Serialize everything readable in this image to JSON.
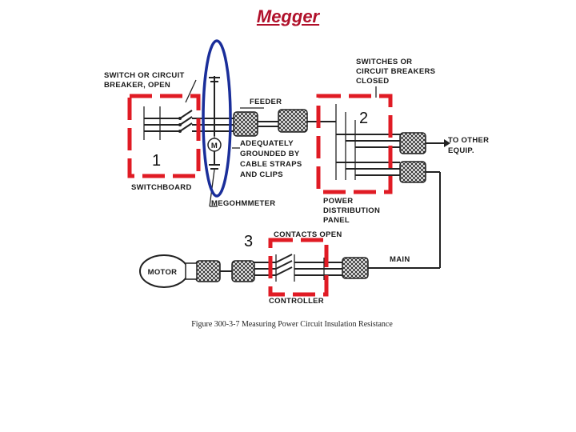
{
  "title": "Megger",
  "labels": {
    "switch_open": [
      "SWITCH OR CIRCUIT",
      "BREAKER, OPEN"
    ],
    "feeder": "FEEDER",
    "switches_closed": [
      "SWITCHES OR",
      "CIRCUIT BREAKERS",
      "CLOSED"
    ],
    "to_other": [
      "TO OTHER",
      "EQUIP."
    ],
    "grounded": [
      "ADEQUATELY",
      "GROUNDED BY",
      "CABLE STRAPS",
      "AND CLIPS"
    ],
    "switchboard": "SWITCHBOARD",
    "megohmmeter": "MEGOHMMETER",
    "meter_symbol": "M",
    "pdp": [
      "POWER",
      "DISTRIBUTION",
      "PANEL"
    ],
    "contacts_open": "CONTACTS OPEN",
    "main": "MAIN",
    "motor": "MOTOR",
    "controller": "CONTROLLER",
    "caption": "Figure 300-3-7  Measuring Power Circuit Insulation Resistance"
  },
  "markers": {
    "m1": "1",
    "m2": "2",
    "m3": "3"
  },
  "colors": {
    "title": "#b0102a",
    "highlight_red": "#e01b24",
    "ellipse_blue": "#1a2e9a"
  }
}
